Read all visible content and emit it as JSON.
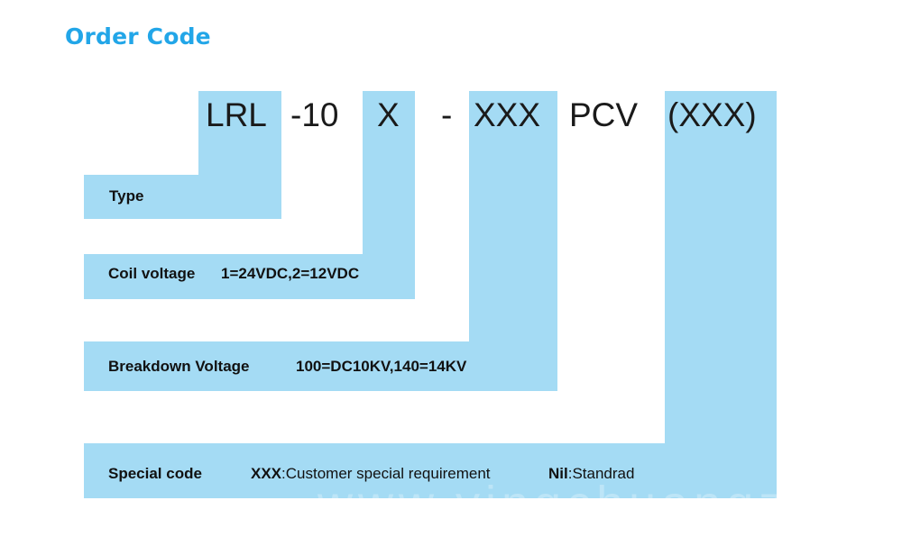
{
  "title": "Order Code",
  "code_segments": {
    "type": "LRL",
    "size": "-10",
    "coil": "X",
    "dash": "-",
    "breakdown": "XXX",
    "series": "PCV",
    "special": "(XXX)"
  },
  "rows": {
    "type": {
      "label": "Type"
    },
    "coil_voltage": {
      "label": "Coil voltage",
      "options": "1=24VDC,2=12VDC"
    },
    "breakdown_voltage": {
      "label": "Breakdown Voltage",
      "options": "100=DC10KV,140=14KV"
    },
    "special_code": {
      "label": "Special code",
      "opt1_key": "XXX",
      "opt1_value": ":Customer special requirement",
      "opt2_key": "Nil",
      "opt2_value": ":Standrad"
    }
  },
  "watermark": "www.yingchuangzhi.com",
  "colors": {
    "title": "#22a6e8",
    "block": "#a4dbf4",
    "text": "#111111"
  }
}
